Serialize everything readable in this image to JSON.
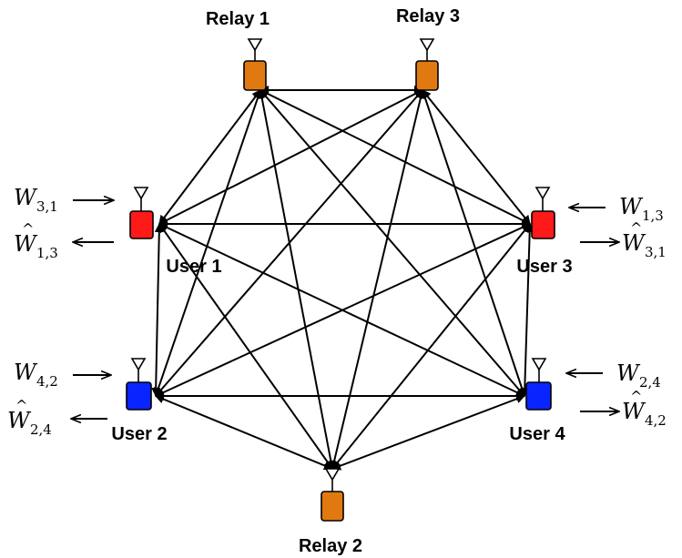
{
  "colors": {
    "relay": "#e07a10",
    "user_red": "#ff1a1a",
    "user_blue": "#0a24ff",
    "line": "#000000"
  },
  "nodes": {
    "relay1": {
      "label": "Relay 1",
      "kind": "relay"
    },
    "relay3": {
      "label": "Relay 3",
      "kind": "relay"
    },
    "user1": {
      "label": "User 1",
      "kind": "user_red"
    },
    "user3": {
      "label": "User 3",
      "kind": "user_red"
    },
    "user2": {
      "label": "User 2",
      "kind": "user_blue"
    },
    "user4": {
      "label": "User 4",
      "kind": "user_blue"
    },
    "relay2": {
      "label": "Relay 2",
      "kind": "relay"
    }
  },
  "messages": {
    "user1_in": {
      "base": "W",
      "sub": "3,1",
      "hat": false
    },
    "user1_out": {
      "base": "W",
      "sub": "1,3",
      "hat": true
    },
    "user3_in": {
      "base": "W",
      "sub": "1,3",
      "hat": false
    },
    "user3_out": {
      "base": "W",
      "sub": "3,1",
      "hat": true
    },
    "user2_in": {
      "base": "W",
      "sub": "4,2",
      "hat": false
    },
    "user2_out": {
      "base": "W",
      "sub": "2,4",
      "hat": true
    },
    "user4_in": {
      "base": "W",
      "sub": "2,4",
      "hat": false
    },
    "user4_out": {
      "base": "W",
      "sub": "4,2",
      "hat": true
    }
  },
  "links": [
    [
      "relay1",
      "relay3"
    ],
    [
      "relay1",
      "user1"
    ],
    [
      "relay1",
      "user3"
    ],
    [
      "relay1",
      "user2"
    ],
    [
      "relay1",
      "user4"
    ],
    [
      "relay1",
      "relay2"
    ],
    [
      "relay3",
      "user1"
    ],
    [
      "relay3",
      "user3"
    ],
    [
      "relay3",
      "user2"
    ],
    [
      "relay3",
      "user4"
    ],
    [
      "relay3",
      "relay2"
    ],
    [
      "user1",
      "user3"
    ],
    [
      "user1",
      "user2"
    ],
    [
      "user1",
      "user4"
    ],
    [
      "user1",
      "relay2"
    ],
    [
      "user3",
      "user2"
    ],
    [
      "user3",
      "user4"
    ],
    [
      "user3",
      "relay2"
    ],
    [
      "user2",
      "user4"
    ],
    [
      "user2",
      "relay2"
    ],
    [
      "user4",
      "relay2"
    ]
  ]
}
